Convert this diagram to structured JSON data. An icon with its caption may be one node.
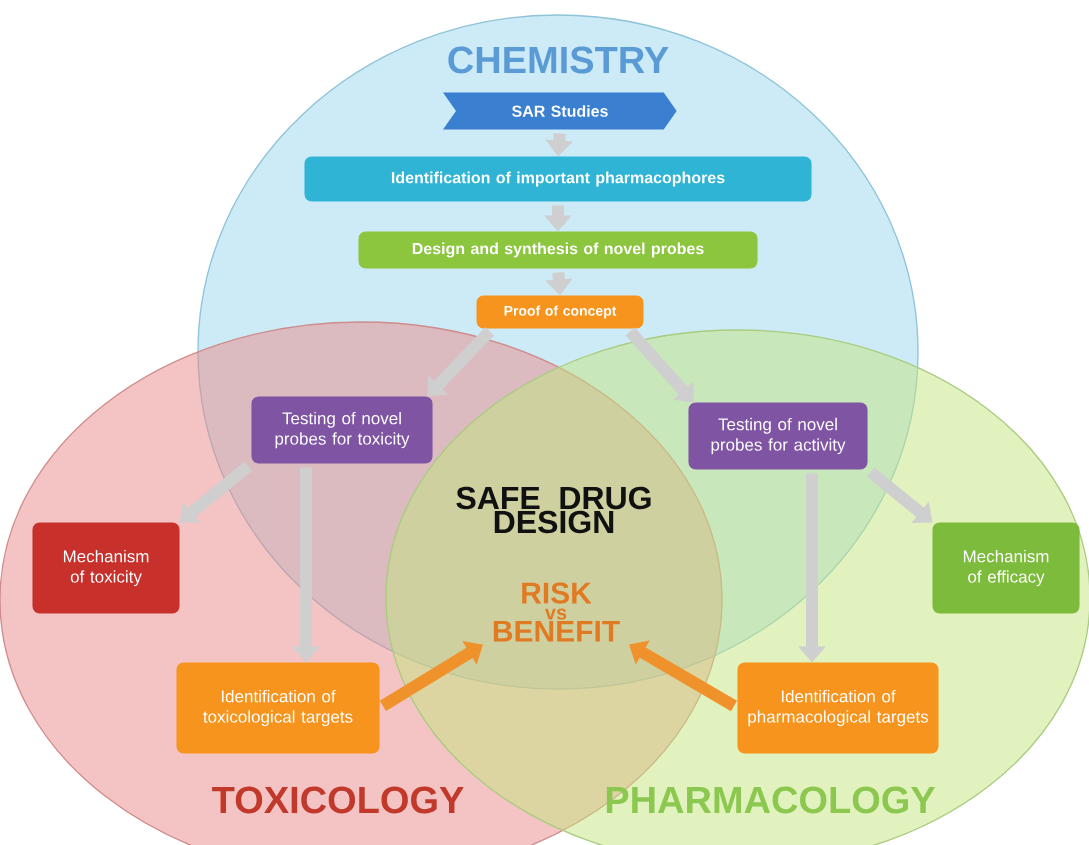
{
  "diagram": {
    "nodes": [
      {
        "text": [
          "CHEMISTRY"
        ]
      },
      {
        "text": [
          "TOXICOLOGY"
        ]
      },
      {
        "text": [
          "PHARMACOLOGY"
        ]
      },
      {
        "text": [
          "SAR Studies"
        ],
        "in": 0
      },
      {
        "text": [
          "Identification of important pharmacophores"
        ],
        "in": 0
      },
      {
        "text": [
          "Design and synthesis of novel probes"
        ],
        "in": 0
      },
      {
        "text": [
          "Proof of concept"
        ],
        "in": 0
      },
      {
        "text": [
          "Testing of novel probes for toxicity"
        ]
      },
      {
        "text": [
          "Testing of novel probes for activity"
        ]
      },
      {
        "text": [
          "Mechanism of toxicity"
        ],
        "in": 1
      },
      {
        "text": [
          "Identification of toxicological targets"
        ],
        "in": 1
      },
      {
        "text": [
          "SAFE DRUG DESIGN"
        ]
      },
      {
        "text": [
          "RISK",
          "vs",
          "BENEFIT"
        ]
      },
      {
        "text": [
          "Mechanism of efficacy"
        ],
        "in": 2
      },
      {
        "text": [
          "Identification of pharmacological targets"
        ],
        "in": 2
      }
    ],
    "edges": [
      {
        "from": 3,
        "to": 4,
        "arrow": "to"
      },
      {
        "from": 4,
        "to": 5,
        "arrow": "to"
      },
      {
        "from": 5,
        "to": 6,
        "arrow": "to"
      },
      {
        "from": 6,
        "to": 7,
        "arrow": "to"
      },
      {
        "from": 6,
        "to": 8,
        "arrow": "to"
      },
      {
        "from": 7,
        "to": 9,
        "arrow": "to"
      },
      {
        "from": 7,
        "to": 10,
        "arrow": "to"
      },
      {
        "from": 8,
        "to": 13,
        "arrow": "to"
      },
      {
        "from": 8,
        "to": 14,
        "arrow": "to"
      },
      {
        "from": 10,
        "to": 12,
        "arrow": "to",
        "color": "#f0922c"
      },
      {
        "from": 14,
        "to": 12,
        "arrow": "to",
        "color": "#f0922c"
      }
    ]
  }
}
